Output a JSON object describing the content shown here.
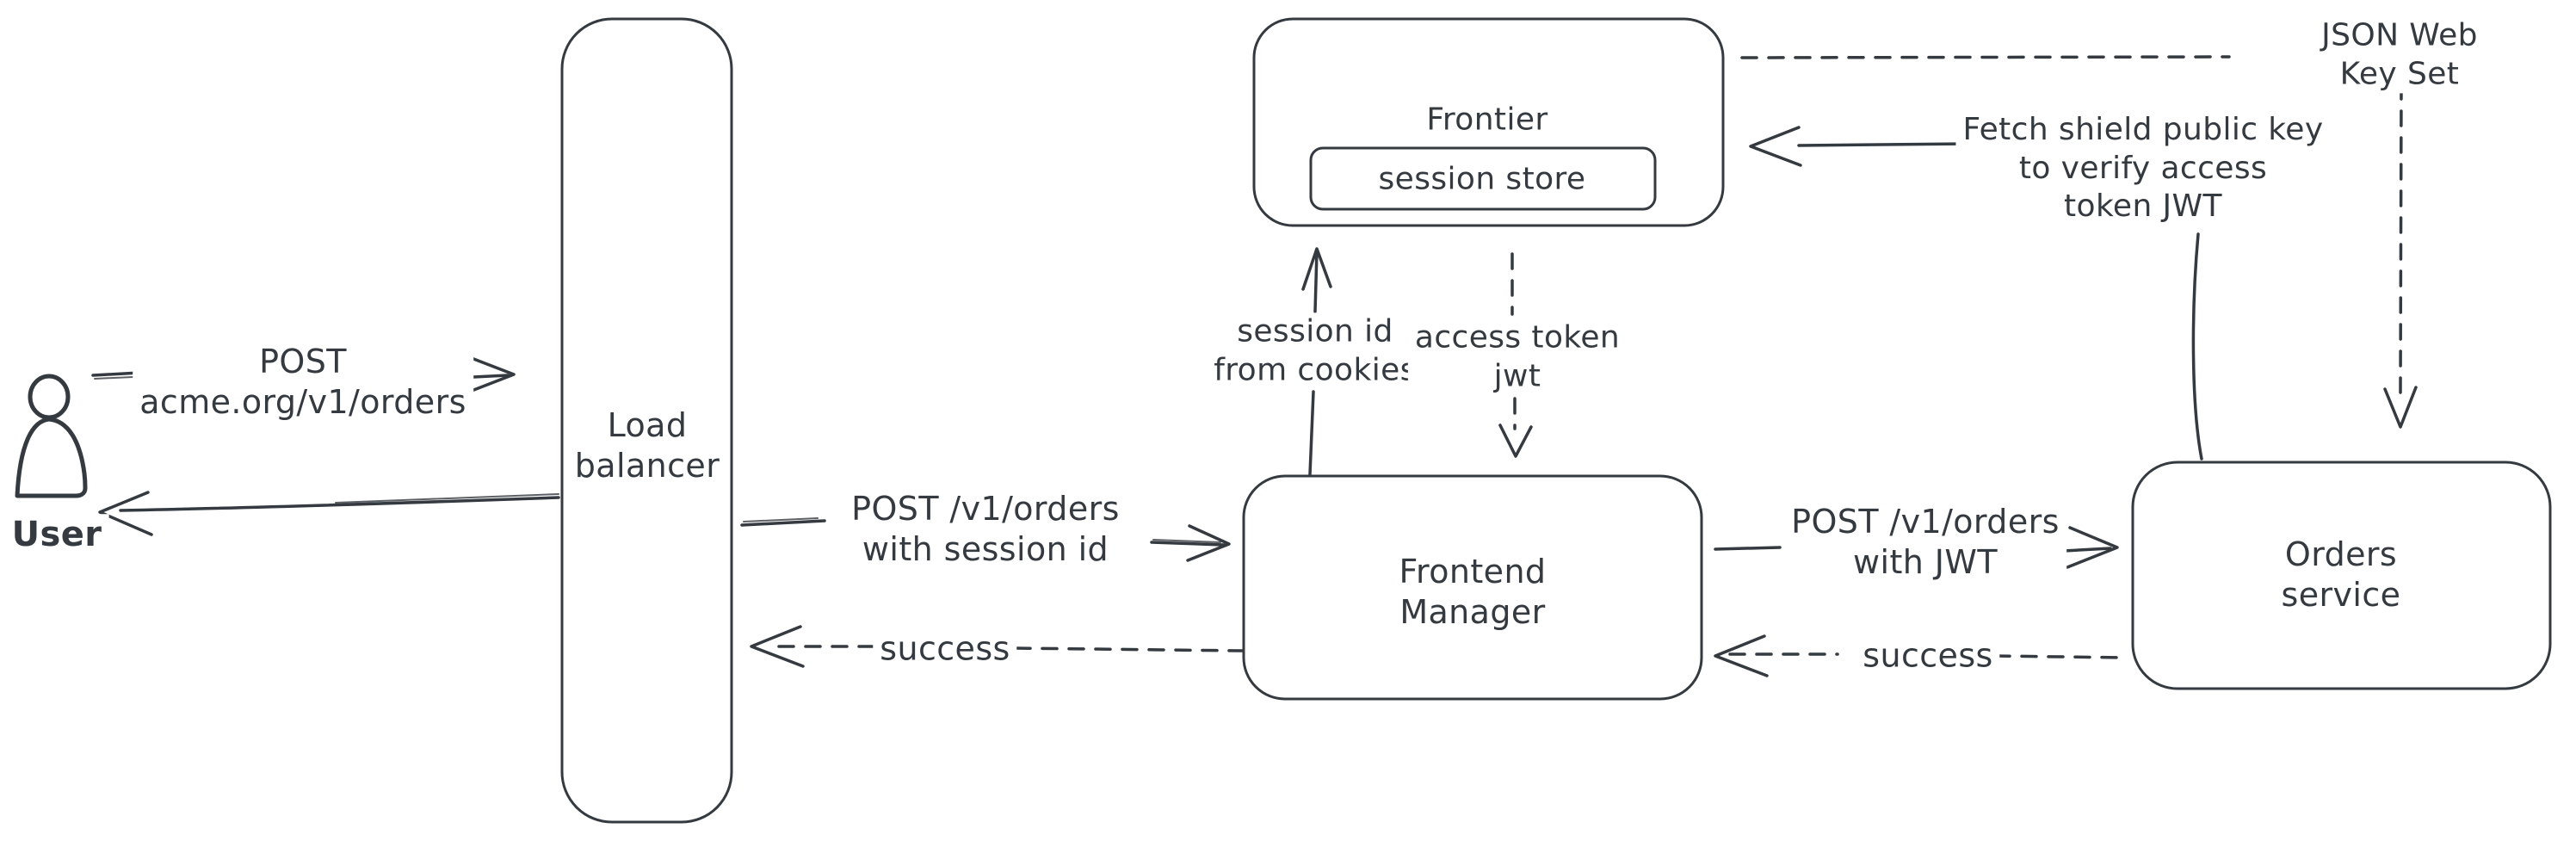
{
  "diagram": {
    "background": "#ffffff",
    "ink_color": "#343a40",
    "hatch_color": "#ccd5dd",
    "nodes": {
      "user": {
        "label": "User",
        "icon": "person-icon"
      },
      "load_balancer": {
        "label": "Load\nbalancer"
      },
      "frontier": {
        "label": "Frontier",
        "store": {
          "label": "session store"
        }
      },
      "frontend_manager": {
        "label": "Frontend\nManager"
      },
      "orders_service": {
        "label": "Orders service"
      },
      "jwks": {
        "label": "JSON Web Key Set"
      }
    },
    "edges": {
      "user_request": {
        "label": "POST\nacme.org/v1/orders",
        "style": "solid",
        "from": "User",
        "to": "Load balancer"
      },
      "lb_response": {
        "label": "",
        "style": "solid",
        "from": "Load balancer",
        "to": "User"
      },
      "lb_forward": {
        "label": "POST /v1/orders\nwith session id",
        "style": "solid",
        "from": "Load balancer",
        "to": "Frontend Manager"
      },
      "fm_success": {
        "label": "success",
        "style": "dashed",
        "from": "Frontend Manager",
        "to": "Load balancer"
      },
      "session_lookup": {
        "label": "session id\nfrom cookies",
        "style": "solid",
        "from": "Frontend Manager",
        "to": "Frontier"
      },
      "access_token": {
        "label": "access token\njwt",
        "style": "dashed",
        "from": "Frontier",
        "to": "Frontend Manager"
      },
      "orders_call": {
        "label": "POST /v1/orders\nwith JWT",
        "style": "solid",
        "from": "Frontend Manager",
        "to": "Orders service"
      },
      "orders_success": {
        "label": "success",
        "style": "dashed",
        "from": "Orders service",
        "to": "Frontend Manager"
      },
      "fetch_key": {
        "label": "Fetch shield public key\nto verify access\ntoken JWT",
        "style": "solid",
        "from": "Orders service",
        "to": "Frontier"
      },
      "jwks_link": {
        "label": "",
        "style": "dashed",
        "from": "Frontier",
        "to": "JSON Web Key Set"
      },
      "jwks_to_orders": {
        "label": "",
        "style": "dashed",
        "from": "JSON Web Key Set",
        "to": "Orders service"
      }
    }
  }
}
